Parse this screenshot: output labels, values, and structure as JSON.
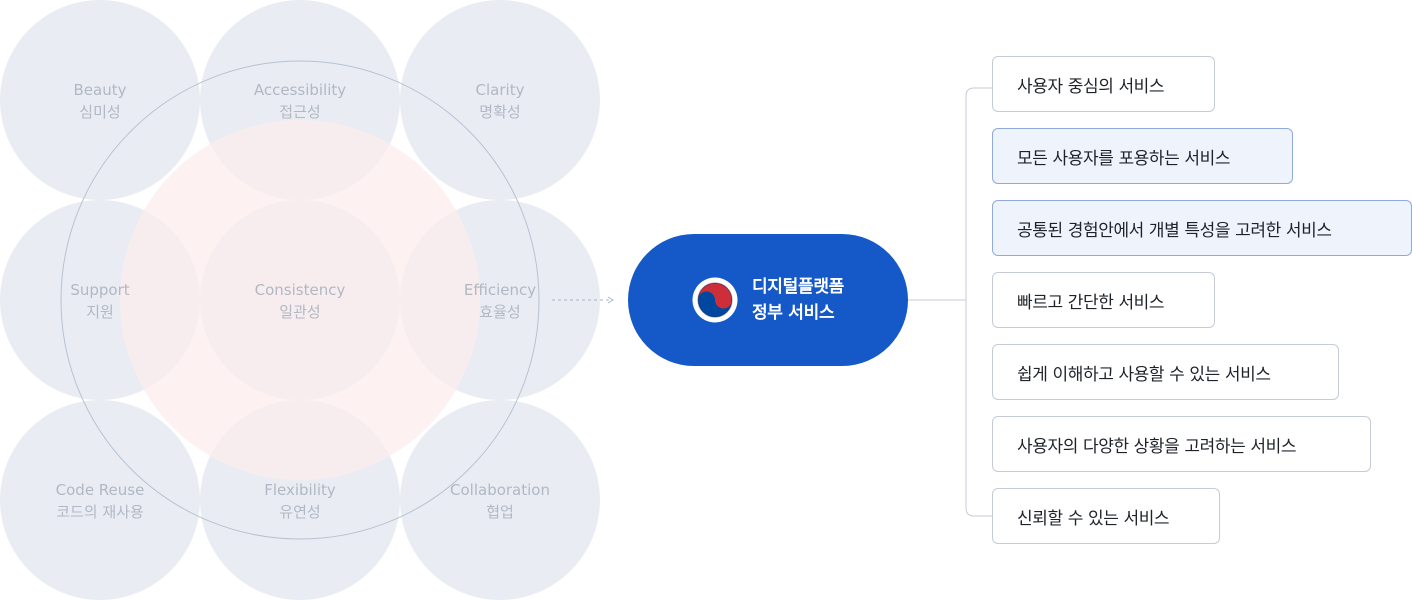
{
  "principles": [
    {
      "en": "Beauty",
      "ko": "심미성"
    },
    {
      "en": "Accessibility",
      "ko": "접근성"
    },
    {
      "en": "Clarity",
      "ko": "명확성"
    },
    {
      "en": "Support",
      "ko": "지원"
    },
    {
      "en": "Consistency",
      "ko": "일관성"
    },
    {
      "en": "Efficiency",
      "ko": "효율성"
    },
    {
      "en": "Code Reuse",
      "ko": "코드의 재사용"
    },
    {
      "en": "Flexibility",
      "ko": "유연성"
    },
    {
      "en": "Collaboration",
      "ko": "협업"
    }
  ],
  "center": {
    "line1": "디지털플랫폼",
    "line2": "정부 서비스",
    "emblem_icon": "taegeuk-emblem-icon"
  },
  "services": [
    {
      "label": "사용자 중심의 서비스",
      "highlight": false
    },
    {
      "label": "모든 사용자를 포용하는 서비스",
      "highlight": true
    },
    {
      "label": "공통된 경험안에서 개별 특성을 고려한 서비스",
      "highlight": true
    },
    {
      "label": "빠르고 간단한 서비스",
      "highlight": false
    },
    {
      "label": "쉽게 이해하고 사용할 수 있는 서비스",
      "highlight": false
    },
    {
      "label": "사용자의 다양한 상황을 고려하는 서비스",
      "highlight": false
    },
    {
      "label": "신뢰할 수 있는 서비스",
      "highlight": false
    }
  ],
  "colors": {
    "circle_fill": "#e9edf3",
    "inner_fill": "#fcecec",
    "ring_stroke": "#b7c2d1",
    "label_color": "#b1b8c3",
    "pill_bg": "#1559c9",
    "emblem_red": "#cd2e3a",
    "emblem_blue": "#0047a0",
    "box_border": "#c5ccd6",
    "box_highlight_bg": "#eef3fc",
    "box_highlight_border": "#8eaae0",
    "connector": "#aab4c3"
  }
}
